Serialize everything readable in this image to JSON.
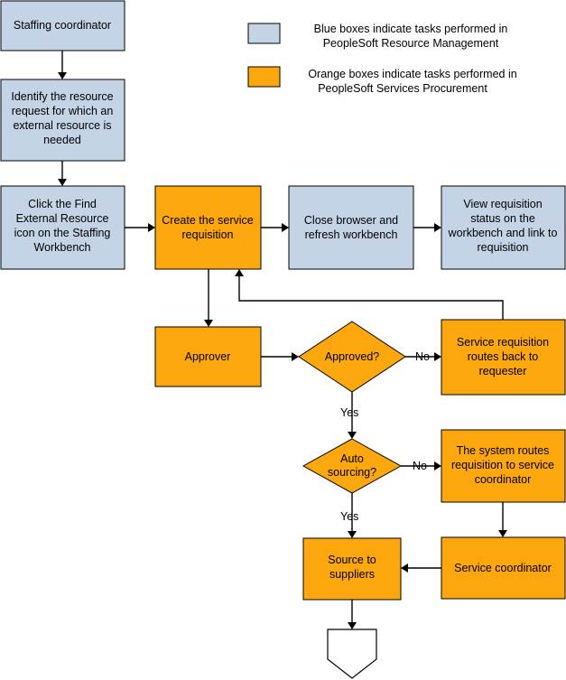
{
  "colors": {
    "blue_task": "#c5d3e6",
    "orange_task": "#fca70e",
    "line": "#000000"
  },
  "legend": {
    "blue": [
      "Blue boxes indicate tasks performed in",
      "PeopleSoft Resource Management"
    ],
    "orange": [
      "Orange boxes indicate tasks performed in",
      "PeopleSoft Services Procurement"
    ]
  },
  "nodes": {
    "staffing_coordinator": [
      "Staffing coordinator"
    ],
    "identify_request": [
      "Identify the resource",
      "request for which an",
      "external resource is",
      "needed"
    ],
    "find_external": [
      "Click the Find",
      "External Resource",
      "icon on the Staffing",
      "Workbench"
    ],
    "create_requisition": [
      "Create the service",
      "requisition"
    ],
    "close_browser": [
      "Close browser and",
      "refresh workbench"
    ],
    "view_status": [
      "View requisition",
      "status on the",
      "workbench and link to",
      "requisition"
    ],
    "approver": [
      "Approver"
    ],
    "approved_decision": [
      "Approved?"
    ],
    "routes_back": [
      "Service requisition",
      "routes back to",
      "requester"
    ],
    "auto_sourcing_decision": [
      "Auto",
      "sourcing?"
    ],
    "system_routes": [
      "The system routes",
      "requisition to service",
      "coordinator"
    ],
    "source_suppliers": [
      "Source to",
      "suppliers"
    ],
    "service_coordinator": [
      "Service coordinator"
    ]
  },
  "branch_labels": {
    "approved_no": "No",
    "approved_yes": "Yes",
    "auto_no": "No",
    "auto_yes": "Yes"
  }
}
